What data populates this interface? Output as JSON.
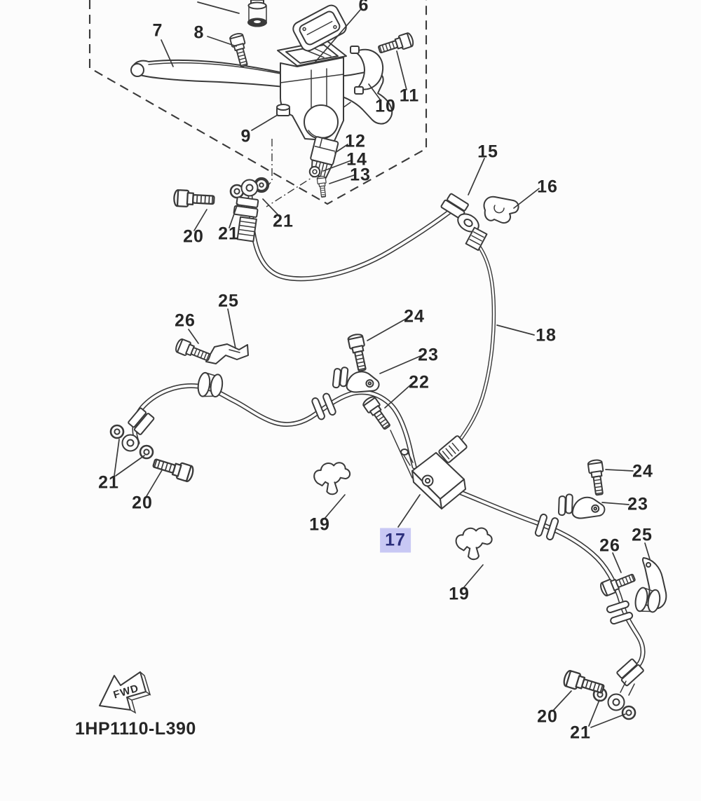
{
  "diagram": {
    "part_number": "1HP1110-L390",
    "fwd_label": "FWD",
    "colors": {
      "highlight_bg": "#c8c8f4",
      "highlight_text": "#2c2f7c",
      "line": "#3a3a3a",
      "background": "#fcfcfc"
    },
    "callouts": [
      {
        "label": "7"
      },
      {
        "label": "8"
      },
      {
        "label": "6"
      },
      {
        "label": "9"
      },
      {
        "label": "10"
      },
      {
        "label": "11"
      },
      {
        "label": "12"
      },
      {
        "label": "14"
      },
      {
        "label": "13"
      },
      {
        "label": "15"
      },
      {
        "label": "16"
      },
      {
        "label": "20"
      },
      {
        "label": "21"
      },
      {
        "label": "21"
      },
      {
        "label": "18"
      },
      {
        "label": "25"
      },
      {
        "label": "26"
      },
      {
        "label": "24"
      },
      {
        "label": "23"
      },
      {
        "label": "22"
      },
      {
        "label": "21"
      },
      {
        "label": "20"
      },
      {
        "label": "19"
      },
      {
        "label": "17",
        "highlighted": true
      },
      {
        "label": "19"
      },
      {
        "label": "24"
      },
      {
        "label": "23"
      },
      {
        "label": "26"
      },
      {
        "label": "25"
      },
      {
        "label": "20"
      },
      {
        "label": "21"
      }
    ]
  }
}
